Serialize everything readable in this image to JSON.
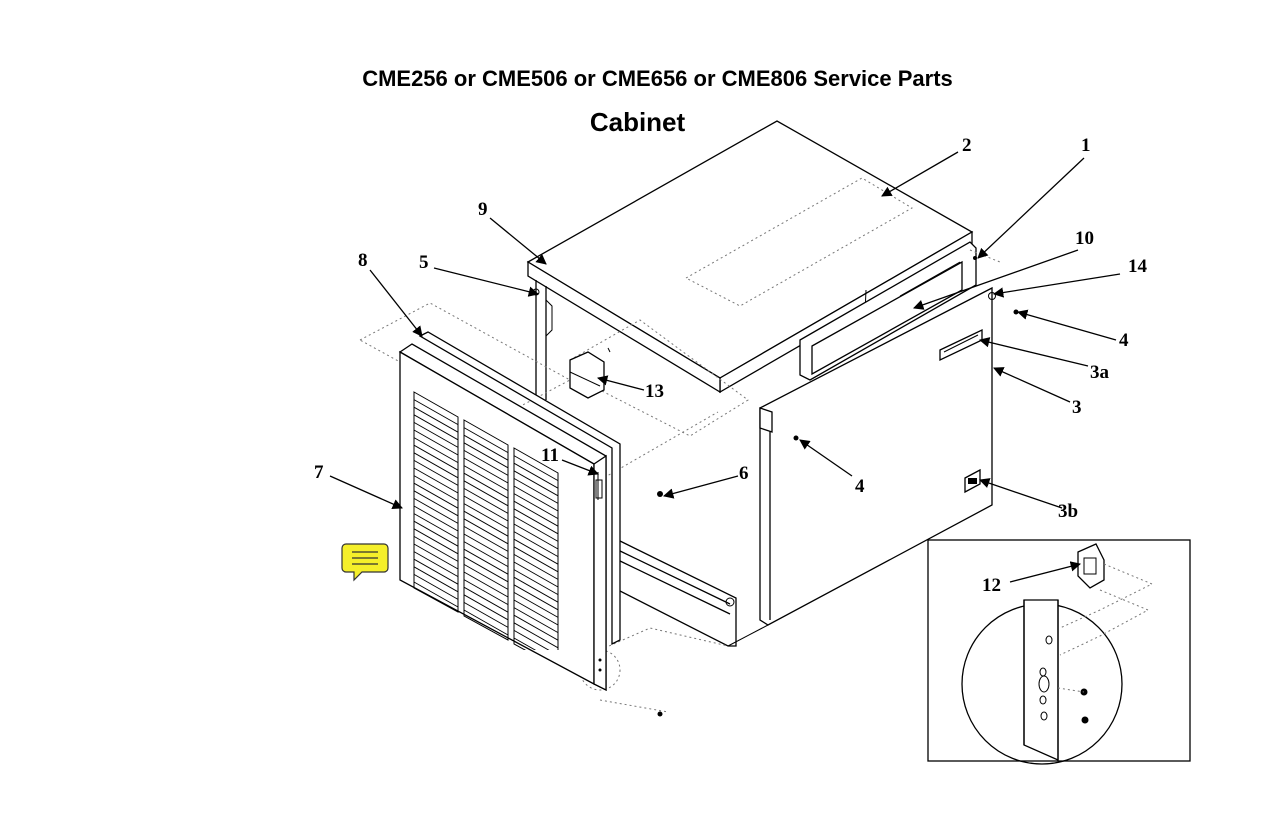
{
  "title": "CME256 or CME506 or CME656 or CME806 Service Parts",
  "subtitle": "Cabinet",
  "callouts": {
    "c1": "1",
    "c2": "2",
    "c3": "3",
    "c3a": "3a",
    "c3b": "3b",
    "c4a": "4",
    "c4b": "4",
    "c5": "5",
    "c6": "6",
    "c7": "7",
    "c8": "8",
    "c9": "9",
    "c10": "10",
    "c11": "11",
    "c12": "12",
    "c13": "13",
    "c14": "14"
  },
  "colors": {
    "note_icon": "#f5ef2a",
    "line": "#000000"
  },
  "icons": {
    "note": "comment-note-icon"
  }
}
